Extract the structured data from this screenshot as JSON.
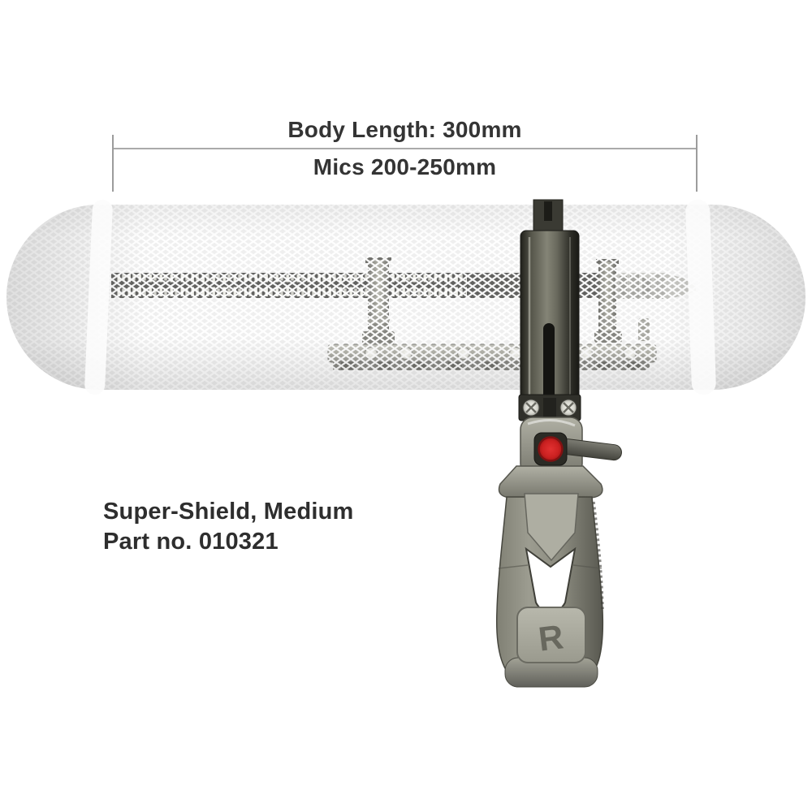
{
  "annotation": {
    "body_length_label": "Body Length: 300mm",
    "mics_range_label": "Mics 200-250mm"
  },
  "caption": {
    "product_name": "Super-Shield, Medium",
    "part_number": "Part no. 010321"
  },
  "product": {
    "logo_letter": "R",
    "colors": {
      "mesh_base": "#e9e9e9",
      "mesh_line": "#ffffff",
      "strap_band": "#fbfbfb",
      "rail_dark": "#18181a",
      "hardware_olive": "#5c5c50",
      "hardware_dark": "#2c2c26",
      "clamp_gray": "#9c9c90",
      "knob_red": "#cb2121",
      "mic_gray": "#a0a09a",
      "dimension_line": "#a6a6a6",
      "text": "#2f2f2f"
    }
  }
}
